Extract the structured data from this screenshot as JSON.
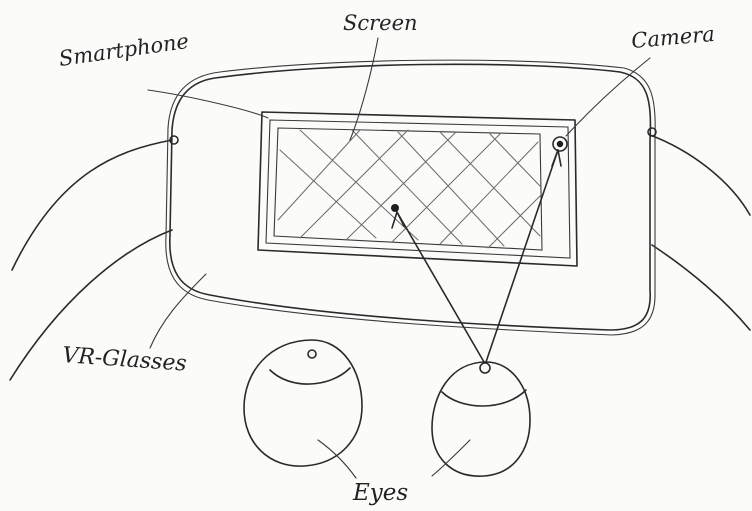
{
  "diagram": {
    "labels": {
      "smartphone": "Smartphone",
      "screen": "Screen",
      "camera": "Camera",
      "vr_glasses": "VR-Glasses",
      "eyes": "Eyes"
    },
    "ink_color": "#2a2a2a",
    "paper_color": "#fbfbfa"
  }
}
